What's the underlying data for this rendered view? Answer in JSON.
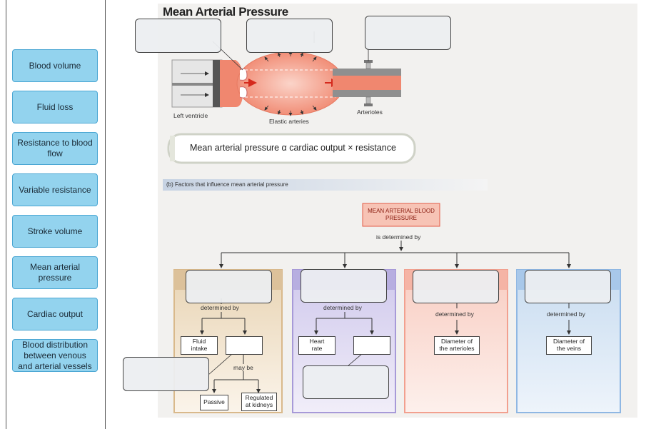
{
  "sidebar": {
    "items": [
      {
        "label": "Blood volume"
      },
      {
        "label": "Fluid loss"
      },
      {
        "label": "Resistance to blood flow"
      },
      {
        "label": "Variable resistance"
      },
      {
        "label": "Stroke volume"
      },
      {
        "label": "Mean arterial pressure"
      },
      {
        "label": "Cardiac output"
      },
      {
        "label": "Blood distribution between venous and arterial vessels"
      }
    ]
  },
  "figure": {
    "title": "Mean Arterial Pressure",
    "labels": {
      "left_ventricle": "Left ventricle",
      "elastic_arteries": "Elastic arteries",
      "arterioles": "Arterioles"
    },
    "equation": "Mean arterial pressure α cardiac output × resistance",
    "section_b": "(b) Factors that influence mean arterial pressure",
    "top_node": "MEAN ARTERIAL BLOOD PRESSURE",
    "determined_by_top": "is determined by",
    "determined_by": "determined by",
    "may_be": "may be",
    "fluid_intake": "Fluid intake",
    "passive": "Passive",
    "regulated_at_kidneys": "Regulated at kidneys",
    "heart_rate": "Heart rate",
    "diameter_arterioles": "Diameter of the arterioles",
    "diameter_veins": "Diameter of the veins"
  },
  "colors": {
    "chip_fill": "#93d3ee",
    "chip_border": "#4aa6d3",
    "column_tan": "#d9b98b",
    "column_purple": "#a79ad8",
    "column_red": "#f2a08f",
    "column_blue": "#8fb7e3",
    "artery": "#f08c78"
  }
}
